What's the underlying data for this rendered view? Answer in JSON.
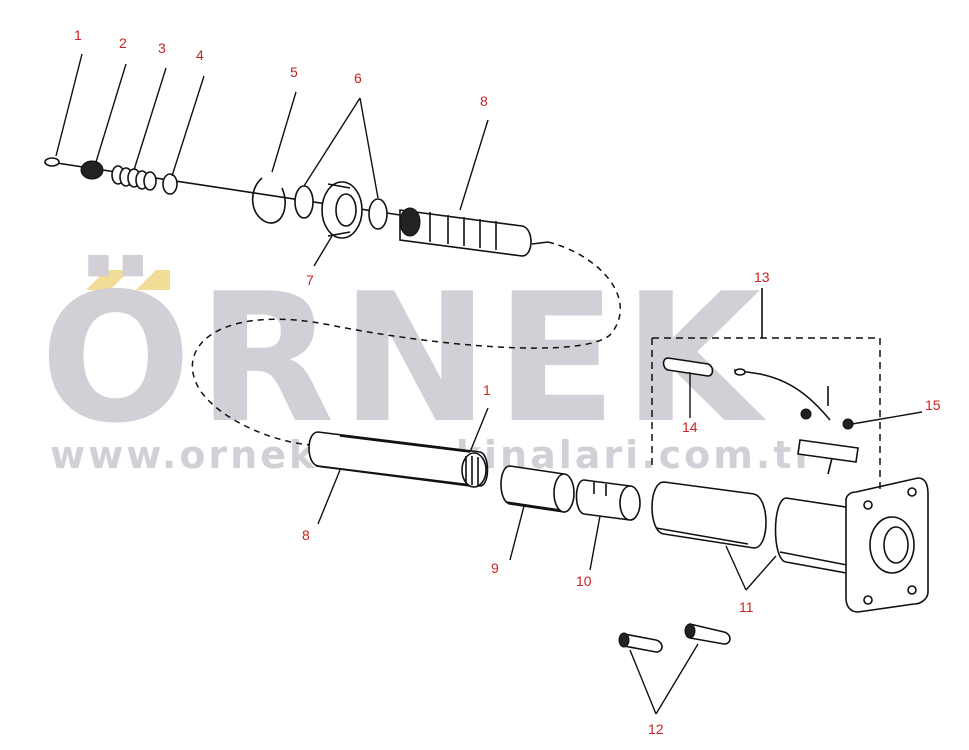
{
  "watermark": {
    "brand": "ÖRNEK",
    "url": "www.orneksismakinalari.com.tr",
    "accent_color": "#f2dd96",
    "text_color": "#d2d0d6"
  },
  "callouts": {
    "c1a": "1",
    "c2": "2",
    "c3": "3",
    "c4": "4",
    "c5": "5",
    "c6": "6",
    "c7": "7",
    "c8a": "8",
    "c1b": "1",
    "c8b": "8",
    "c9": "9",
    "c10": "10",
    "c11": "11",
    "c12": "12",
    "c13": "13",
    "c14": "14",
    "c15": "15"
  },
  "colors": {
    "callout": "#cc2222",
    "line": "#111111"
  }
}
